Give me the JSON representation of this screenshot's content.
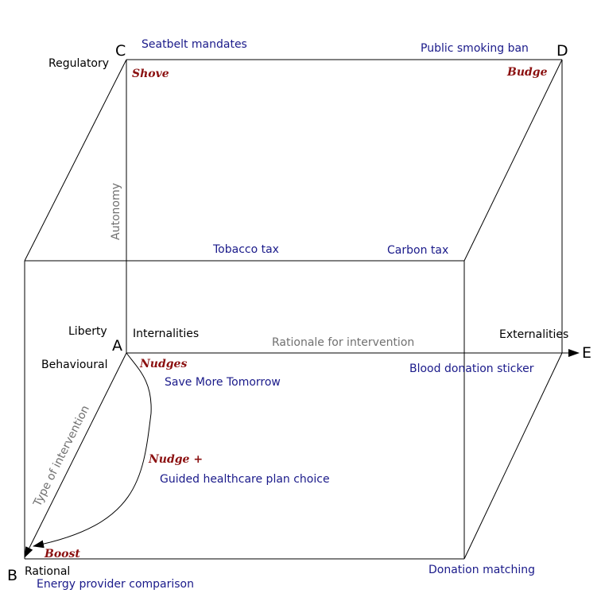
{
  "corners": {
    "A": "A",
    "B": "B",
    "C": "C",
    "D": "D",
    "E": "E"
  },
  "axes": {
    "rationale_title": "Rationale for intervention",
    "autonomy_title": "Autonomy",
    "type_title": "Type of intervention",
    "internalities": "Internalities",
    "externalities": "Externalities",
    "liberty": "Liberty",
    "regulatory": "Regulatory",
    "behavioural": "Behavioural",
    "rational": "Rational"
  },
  "approaches": {
    "shove": "Shove",
    "budge": "Budge",
    "nudges": "Nudges",
    "nudge_plus": "Nudge +",
    "boost": "Boost"
  },
  "examples": {
    "seatbelt": "Seatbelt mandates",
    "smoking_ban": "Public smoking ban",
    "tobacco_tax": "Tobacco tax",
    "carbon_tax": "Carbon tax",
    "blood_donation": "Blood donation sticker",
    "save_more": "Save More Tomorrow",
    "healthcare_plan": "Guided healthcare plan choice",
    "donation_matching": "Donation matching",
    "energy_comparison": "Energy provider comparison"
  },
  "colors": {
    "example": "#1a1a8a",
    "approach": "#8b1010",
    "axis_title": "#707070"
  }
}
